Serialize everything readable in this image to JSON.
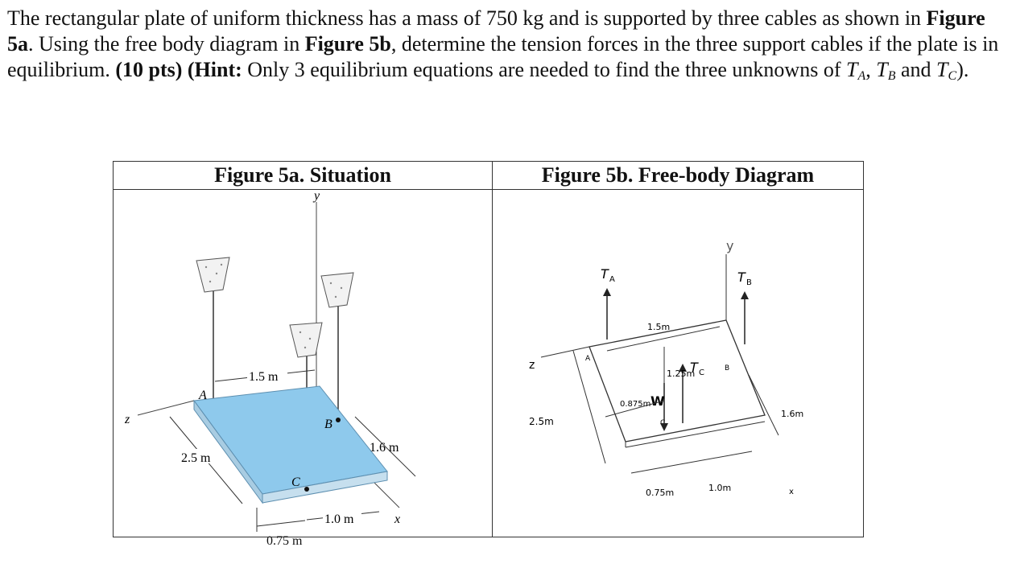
{
  "problem": {
    "p1": "The rectangular plate of uniform thickness has a mass of 750 kg and is supported by three cables as shown in",
    "fig5a_ref": "Figure 5a",
    "p2": ". Using the free body diagram in ",
    "fig5b_ref": "Figure 5b",
    "p3": ", determine the tension forces in the three support cables if the plate is in equilibrium. ",
    "pts": "(10 pts)",
    "hint_open": "(Hint:",
    "hint_text": " Only 3 equilibrium equations are needed to find the three unknowns of ",
    "ta_main": "T",
    "ta_sub": "A",
    "sep1": ", ",
    "tb_main": "T",
    "tb_sub": "B",
    "sep2": " and ",
    "tc_main": "T",
    "tc_sub": "C",
    "close": ")."
  },
  "figure_a": {
    "title": "Figure 5a. Situation",
    "labels": {
      "y": "y",
      "z": "z",
      "x": "x",
      "A": "A",
      "B": "B",
      "C": "C",
      "d_15": "1.5 m",
      "d_25": "2.5 m",
      "d_16": "1.6 m",
      "d_10": "1.0 m",
      "d_075": "0.75 m"
    }
  },
  "figure_b": {
    "title": "Figure 5b. Free-body Diagram",
    "labels": {
      "TA": "T",
      "TA_sub": "A",
      "TB": "T",
      "TB_sub": "B",
      "TC": "T",
      "TC_sub": "C",
      "y": "y",
      "z": "z",
      "x": "x",
      "W": "W",
      "A": "A",
      "B": "B",
      "C": "C",
      "d_15": "1.5m",
      "d_125": "1.25m",
      "d_0875": "0.875m",
      "d_25": "2.5m",
      "d_16": "1.6m",
      "d_075": "0.75m",
      "d_10": "1.0m"
    }
  },
  "colors": {
    "plate_top": "#8ec9ec",
    "plate_side": "#b9d8ea",
    "ink": "#222222"
  }
}
